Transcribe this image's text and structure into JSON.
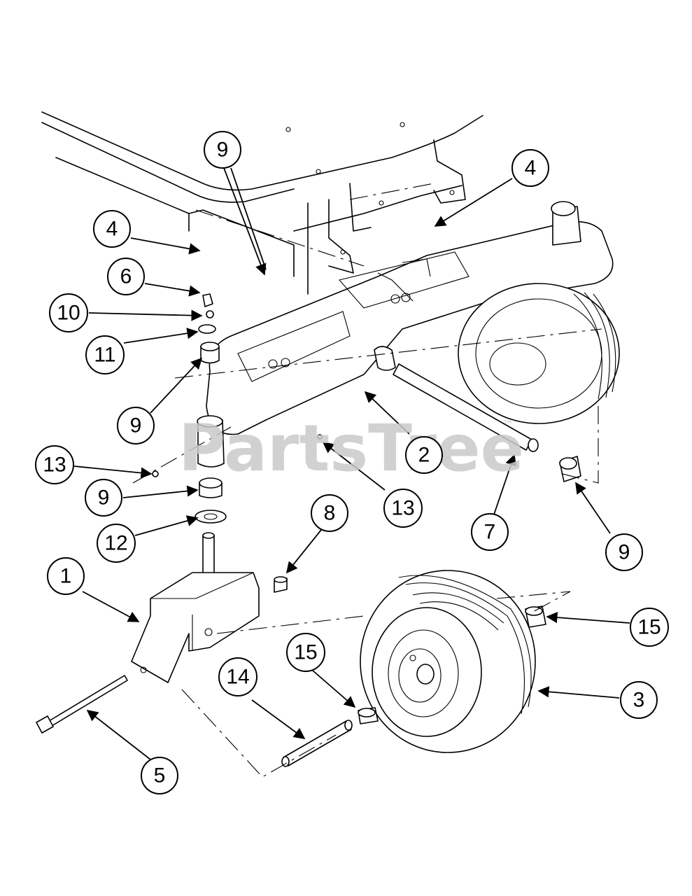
{
  "watermark": {
    "text": "PartsTree",
    "trademark": "™"
  },
  "callouts": [
    {
      "label": "9"
    },
    {
      "label": "4"
    },
    {
      "label": "4"
    },
    {
      "label": "6"
    },
    {
      "label": "10"
    },
    {
      "label": "11"
    },
    {
      "label": "9"
    },
    {
      "label": "2"
    },
    {
      "label": "13"
    },
    {
      "label": "13"
    },
    {
      "label": "9"
    },
    {
      "label": "7"
    },
    {
      "label": "9"
    },
    {
      "label": "12"
    },
    {
      "label": "8"
    },
    {
      "label": "1"
    },
    {
      "label": "15"
    },
    {
      "label": "15"
    },
    {
      "label": "14"
    },
    {
      "label": "3"
    },
    {
      "label": "5"
    }
  ]
}
